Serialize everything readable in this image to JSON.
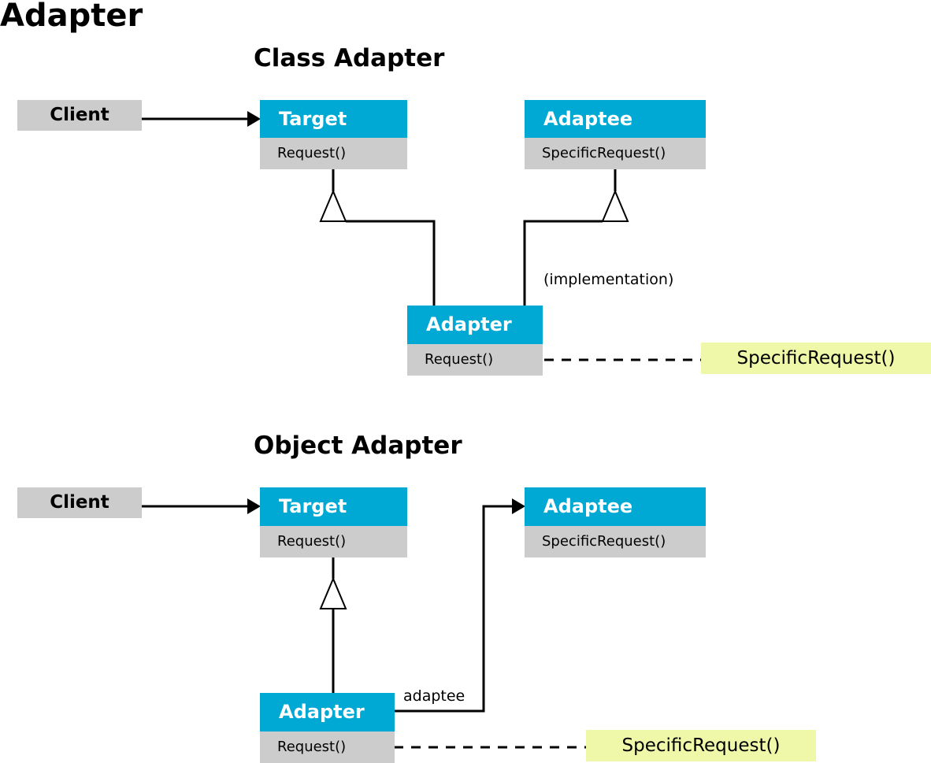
{
  "title": "Adapter",
  "class_adapter": {
    "title": "Class Adapter",
    "client": "Client",
    "target": {
      "name": "Target",
      "operation": "Request()"
    },
    "adaptee": {
      "name": "Adaptee",
      "operation": "SpecificRequest()"
    },
    "adapter": {
      "name": "Adapter",
      "operation": "Request()"
    },
    "implementation_label": "(implementation)",
    "note": "SpecificRequest()"
  },
  "object_adapter": {
    "title": "Object Adapter",
    "client": "Client",
    "target": {
      "name": "Target",
      "operation": "Request()"
    },
    "adaptee": {
      "name": "Adaptee",
      "operation": "SpecificRequest()"
    },
    "adapter": {
      "name": "Adapter",
      "operation": "Request()"
    },
    "association_label": "adaptee",
    "note": "SpecificRequest()"
  },
  "colors": {
    "class_header": "#00a9d4",
    "class_body": "#cccccc",
    "note_fill": "#eef8a8"
  }
}
